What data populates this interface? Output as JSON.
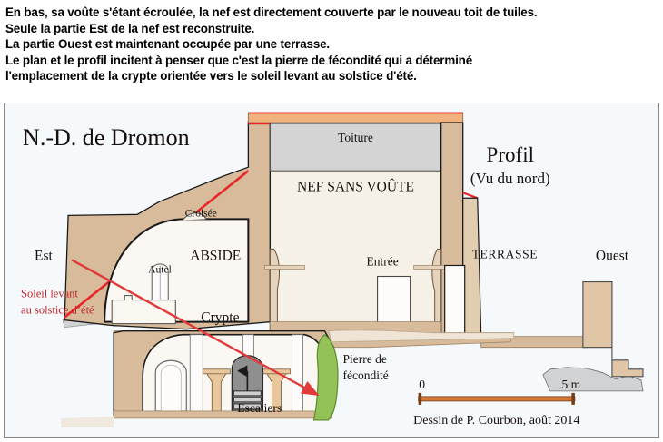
{
  "document": {
    "paragraph_lines": [
      "En bas, sa voûte s'étant écroulée, la nef est directement couverte par le nouveau toit de tuiles.",
      "Seule la partie Est de la nef est reconstruite.",
      "La partie Ouest est maintenant occupée par une terrasse.",
      "Le plan et le profil incitent à penser que c'est la pierre de fécondité qui a déterminé",
      "l'emplacement de la crypte orientée vers le soleil levant au solstice d'été."
    ]
  },
  "figure": {
    "title": "N.-D. de Dromon",
    "view_title": "Profil",
    "view_subtitle": "(Vu du nord)",
    "orientation": {
      "east": "Est",
      "west": "Ouest"
    },
    "annotations": {
      "toiture": "Toiture",
      "nef": "NEF SANS VOÛTE",
      "croisee": "Croisée",
      "abside": "ABSIDE",
      "autel": "Autel",
      "entree": "Entrée",
      "terrasse": "TERRASSE",
      "crypte": "Crypte",
      "escaliers": "Escaliers",
      "pierre_line1": "Pierre de",
      "pierre_line2": "fécondité",
      "soleil_line1": "Soleil levant",
      "soleil_line2": "au solstice d’été"
    },
    "scale": {
      "start": "0",
      "end": "5 m"
    },
    "credit": "Dessin de P. Courbon, août 2014",
    "colors": {
      "wall": "#d7bb9b",
      "wall_light": "#efe4d5",
      "interior": "#f6f1e7",
      "roof_grey": "#d4d4d4",
      "roof_orange": "#f2b27e",
      "sun_ray_red": "#e03a3a",
      "red_roof_line": "#e8262a",
      "fertility_stone_green": "#93c256",
      "rock_grey": "#d0d2d3",
      "outline": "#1a1a1a",
      "panel_bg": "#f6f9fb",
      "panel_border": "#8a8a8a"
    }
  }
}
